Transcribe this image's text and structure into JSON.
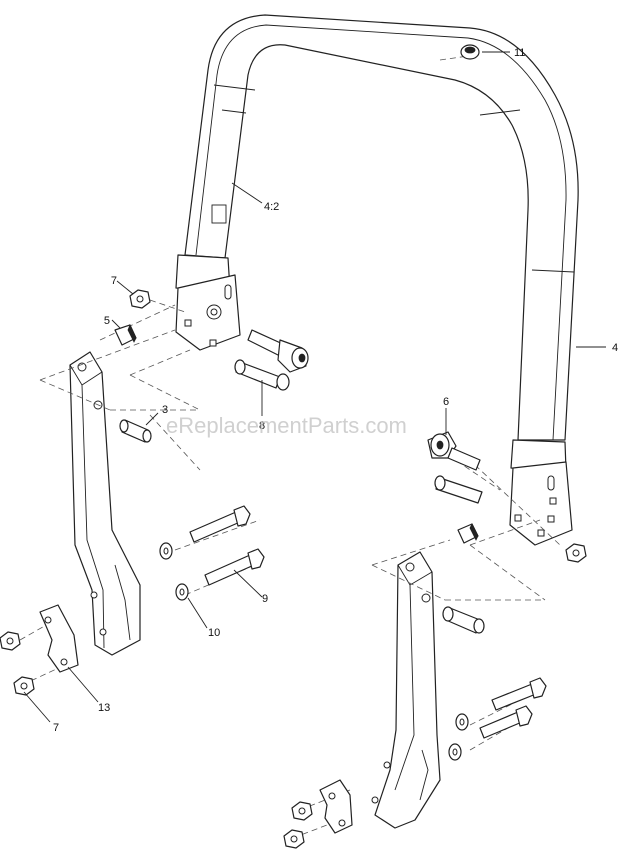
{
  "watermark": "eReplacementParts.com",
  "callouts": {
    "c11": "11",
    "c4_2": "4:2",
    "c7_top": "7",
    "c5": "5",
    "c4": "4",
    "c6": "6",
    "c3": "3",
    "c8": "8",
    "c9": "9",
    "c10": "10",
    "c13": "13",
    "c7_bottom": "7"
  }
}
